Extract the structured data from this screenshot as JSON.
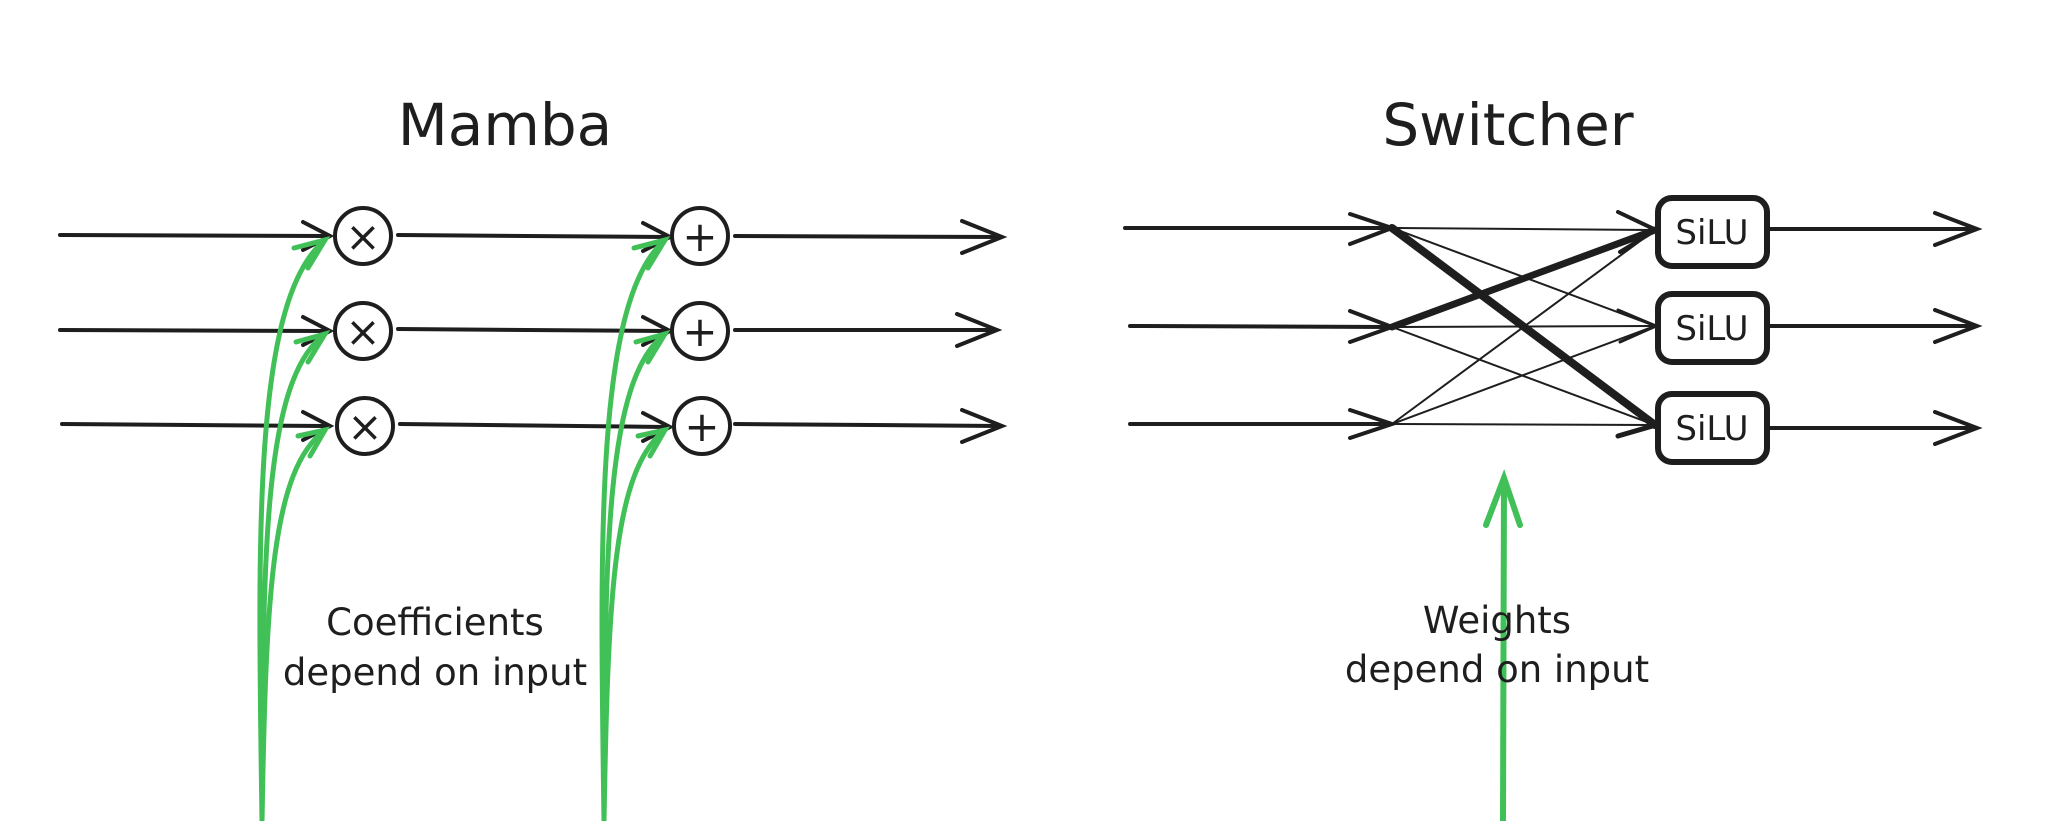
{
  "mamba": {
    "title": "Mamba",
    "caption": [
      "Coefficients",
      "depend on input"
    ],
    "multiply_symbol": "×",
    "add_symbol": "+"
  },
  "switcher": {
    "title": "Switcher",
    "caption": [
      "Weights",
      "depend on input"
    ],
    "activation_label": "SiLU"
  },
  "colors": {
    "ink": "#1e1e1e",
    "accent_green": "#40c057",
    "background": "#ffffff"
  }
}
